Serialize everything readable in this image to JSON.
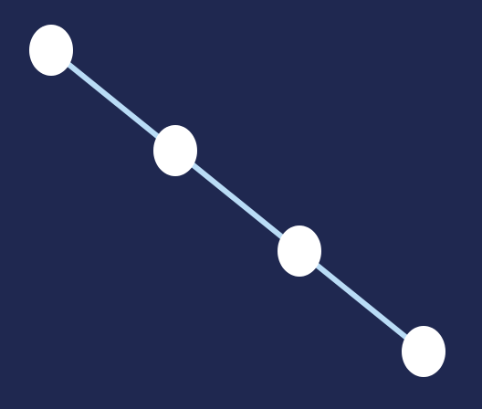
{
  "colors": {
    "background": "#1f2850",
    "edge": "#b9dcf6",
    "node_fill": "#ffffff"
  },
  "diagram": {
    "nodes": [
      {
        "id": "node-1"
      },
      {
        "id": "node-2"
      },
      {
        "id": "node-3"
      },
      {
        "id": "node-4"
      }
    ],
    "edges": [
      {
        "from": "node-1",
        "to": "node-2"
      },
      {
        "from": "node-2",
        "to": "node-3"
      },
      {
        "from": "node-3",
        "to": "node-4"
      }
    ]
  }
}
